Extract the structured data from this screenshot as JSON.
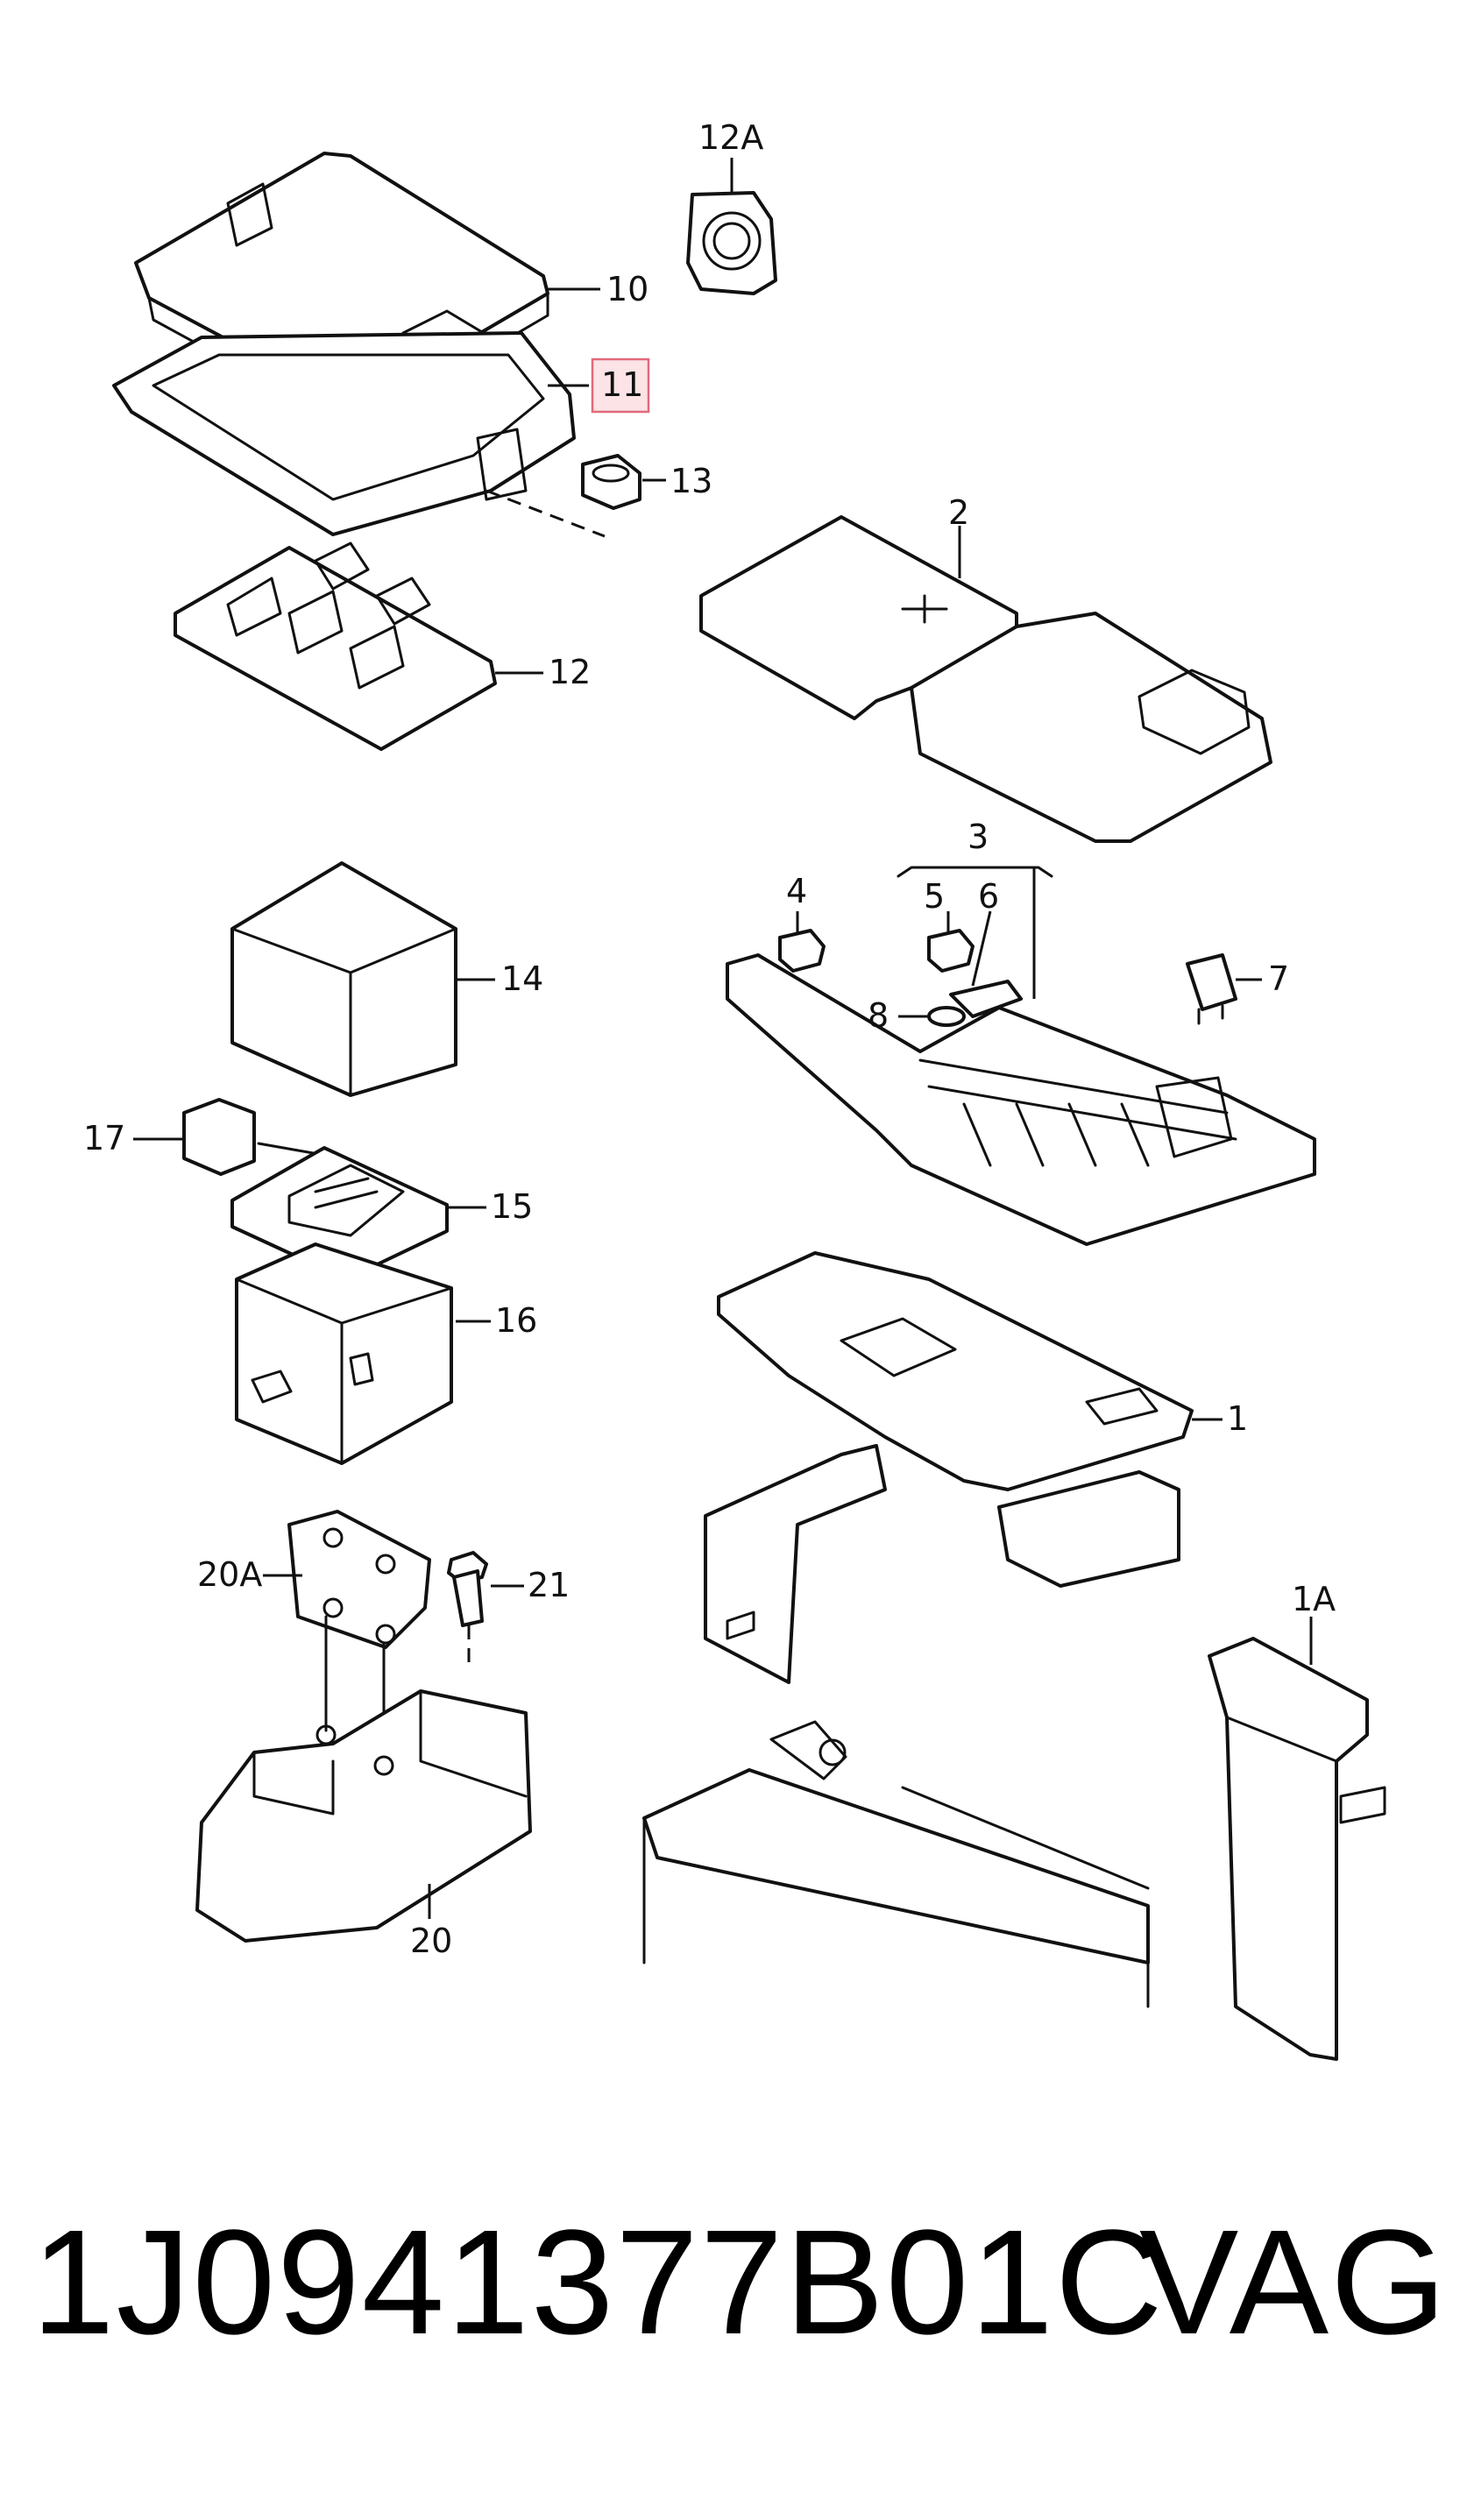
{
  "callouts": {
    "c12A": "12A",
    "c10": "10",
    "c11": "11",
    "c13": "13",
    "c12": "12",
    "c2": "2",
    "c3": "3",
    "c4": "4",
    "c5": "5",
    "c6": "6",
    "c7": "7",
    "c8": "8",
    "c14": "14",
    "c17": "17",
    "c15": "15",
    "c16": "16",
    "c1": "1",
    "c20A": "20A",
    "c21": "21",
    "c1A": "1A",
    "c20": "20"
  },
  "highlighted_callout": "11",
  "highlight_color": "#e06a7a",
  "caption": {
    "part_number": "1J0941377B01C",
    "brand": "VAG"
  }
}
